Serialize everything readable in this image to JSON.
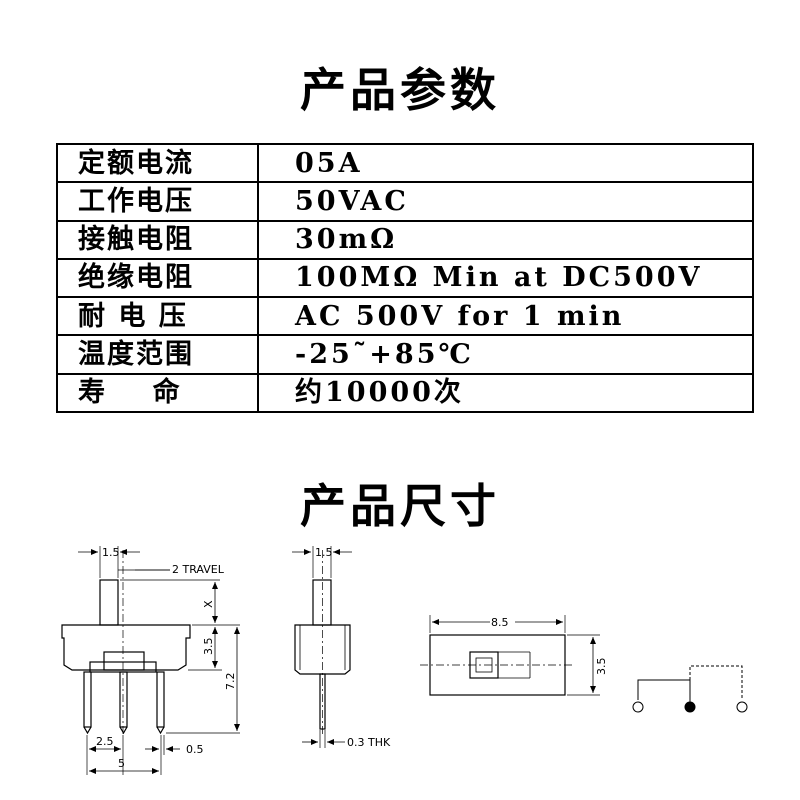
{
  "headings": {
    "params": "产品参数",
    "dims": "产品尺寸"
  },
  "params": [
    {
      "label": "定额电流",
      "value": "05A"
    },
    {
      "label": "工作电压",
      "value": "50VAC"
    },
    {
      "label": "接触电阻",
      "value": "30mΩ"
    },
    {
      "label": "绝缘电阻",
      "value": "100MΩ Min at DC500V"
    },
    {
      "label": "耐 电 压",
      "value": "AC 500V for 1 min"
    },
    {
      "label": "温度范围",
      "value": "-25˜+85℃"
    },
    {
      "label": "寿    命",
      "value": "约10000次"
    }
  ],
  "drawing": {
    "front": {
      "top_width": "1.5",
      "travel": "2 TRAVEL",
      "x": "X",
      "body_h": "3.5",
      "total_h": "7.2",
      "pitch": "2.5",
      "pin": "0.5",
      "span": "5"
    },
    "side": {
      "top_width": "1.5",
      "thk": "0.3 THK"
    },
    "top": {
      "length": "8.5",
      "width": "3.5"
    }
  }
}
